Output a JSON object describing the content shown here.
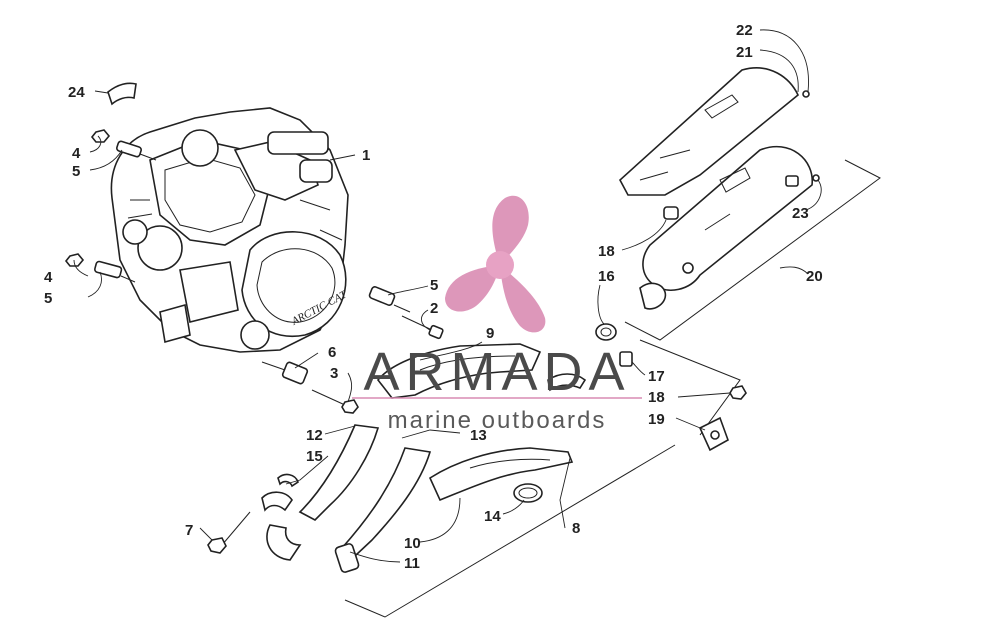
{
  "watermark": {
    "title": "ARMADA",
    "subtitle": "marine outboards",
    "logo_color": "#d98cb3",
    "logo_center_color": "#e7a2c4",
    "underline_color": "#d98cb3"
  },
  "engine": {
    "label": "ARCTIC CAT"
  },
  "callouts": {
    "c1": "1",
    "c2": "2",
    "c3": "3",
    "c4a": "4",
    "c4b": "4",
    "c5a": "5",
    "c5b": "5",
    "c5c": "5",
    "c6": "6",
    "c7": "7",
    "c8": "8",
    "c9": "9",
    "c10": "10",
    "c11": "11",
    "c12": "12",
    "c13": "13",
    "c14": "14",
    "c15": "15",
    "c16": "16",
    "c17": "17",
    "c18a": "18",
    "c18b": "18",
    "c19": "19",
    "c20": "20",
    "c21": "21",
    "c22": "22",
    "c23": "23",
    "c24": "24"
  }
}
